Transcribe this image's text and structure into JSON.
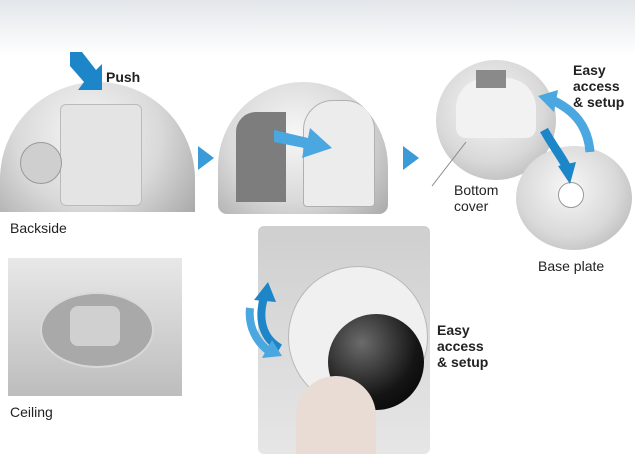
{
  "labels": {
    "push": "Push",
    "backside": "Backside",
    "ceiling": "Ceiling",
    "bottom_cover": "Bottom\ncover",
    "base_plate": "Base plate",
    "easy_access_top": "Easy\naccess\n& setup",
    "easy_access_bottom": "Easy\naccess\n& setup"
  },
  "colors": {
    "arrow_blue": "#1d86c8",
    "arrow_light": "#6fb9e6",
    "chevron": "#3b9ad8"
  },
  "icons": {
    "step_arrow": "chevron-right",
    "push_arrow": "arrow-down",
    "slide_arrow": "arrow-right",
    "rotate_arrows": "curved-double-arrow"
  }
}
